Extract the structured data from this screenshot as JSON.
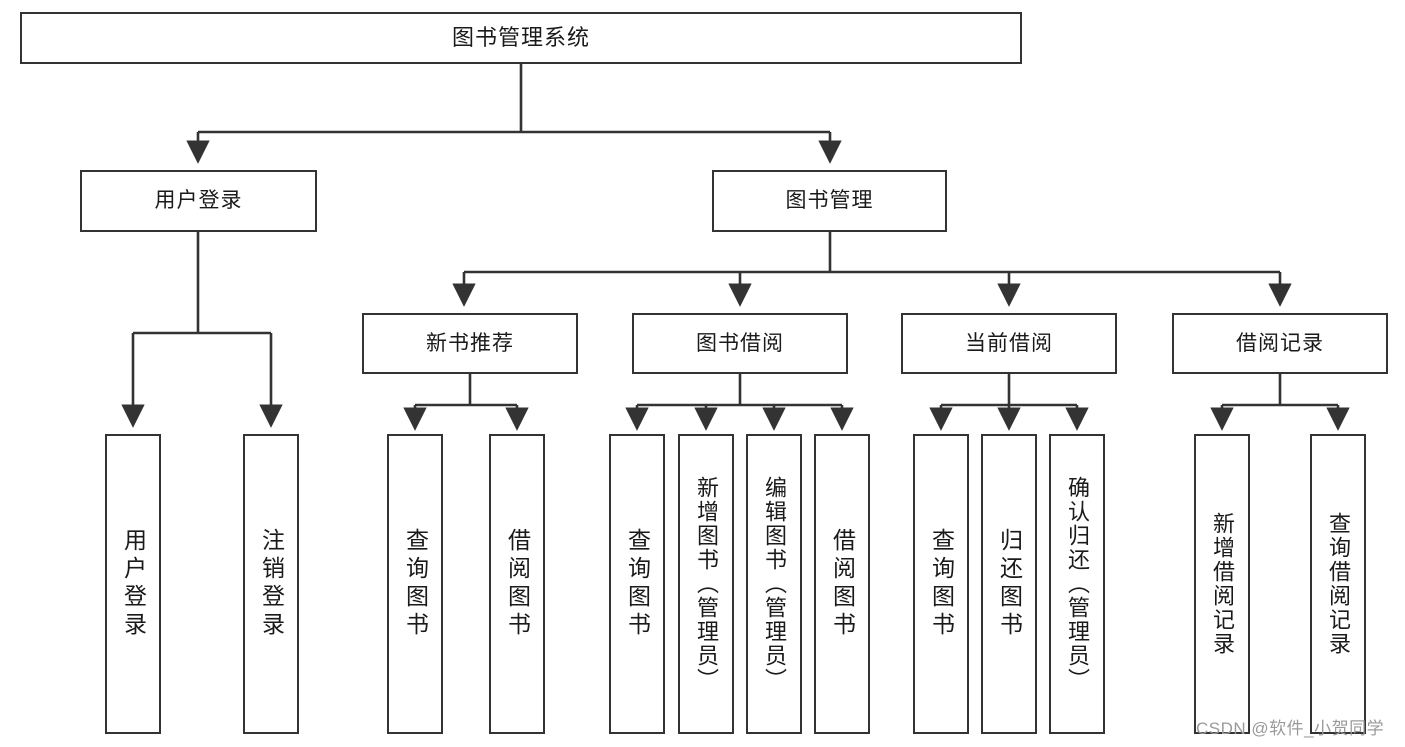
{
  "diagram": {
    "title": "图书管理系统",
    "type": "functional-structure-tree",
    "root": {
      "label": "图书管理系统"
    },
    "level2": [
      {
        "label": "用户登录"
      },
      {
        "label": "图书管理"
      }
    ],
    "level3": [
      {
        "label": "新书推荐"
      },
      {
        "label": "图书借阅"
      },
      {
        "label": "当前借阅"
      },
      {
        "label": "借阅记录"
      }
    ],
    "leaves": {
      "user_login": [
        {
          "label": "用户登录"
        },
        {
          "label": "注销登录"
        }
      ],
      "new_book_recommend": [
        {
          "label": "查询图书"
        },
        {
          "label": "借阅图书"
        }
      ],
      "book_borrow": [
        {
          "label": "查询图书"
        },
        {
          "label": "新增图书（管理员）"
        },
        {
          "label": "编辑图书（管理员）"
        },
        {
          "label": "借阅图书"
        }
      ],
      "current_borrow": [
        {
          "label": "查询图书"
        },
        {
          "label": "归还图书"
        },
        {
          "label": "确认归还（管理员）"
        }
      ],
      "borrow_record": [
        {
          "label": "新增借阅记录"
        },
        {
          "label": "查询借阅记录"
        }
      ]
    }
  },
  "watermark": {
    "text": "CSDN @软件_小贺同学"
  },
  "colors": {
    "stroke": "#333333",
    "text": "#1a1a1a",
    "background": "#ffffff",
    "watermark": "#9a9a9a"
  }
}
